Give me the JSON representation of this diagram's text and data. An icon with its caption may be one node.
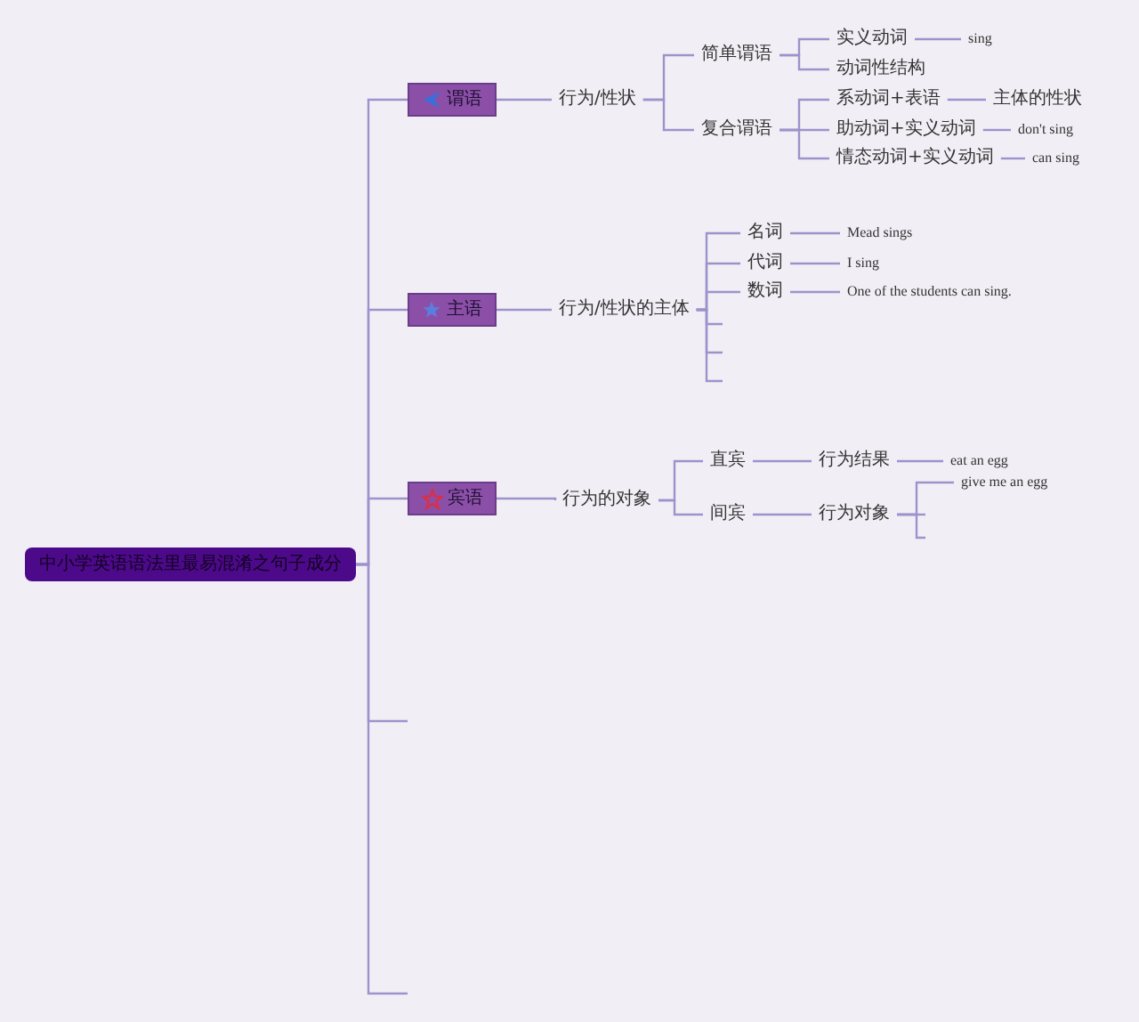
{
  "diagram": {
    "nodes": [
      {
        "text": [
          "中小学英语语法里最易混淆之句子成分"
        ]
      },
      {
        "text": [
          "谓语"
        ]
      },
      {
        "text": [
          "行为/性状"
        ]
      },
      {
        "text": [
          "简单谓语"
        ]
      },
      {
        "text": [
          "实义动词"
        ]
      },
      {
        "text": [
          "sing"
        ]
      },
      {
        "text": [
          "动词性结构"
        ]
      },
      {
        "text": [
          "复合谓语"
        ]
      },
      {
        "text": [
          "系动词+表语"
        ]
      },
      {
        "text": [
          "主体的性状"
        ]
      },
      {
        "text": [
          "助动词+实义动词"
        ]
      },
      {
        "text": [
          "don't sing"
        ]
      },
      {
        "text": [
          "情态动词+实义动词"
        ]
      },
      {
        "text": [
          "can sing"
        ]
      },
      {
        "text": [
          "主语"
        ]
      },
      {
        "text": [
          "行为/性状的主体"
        ]
      },
      {
        "text": [
          "名词"
        ]
      },
      {
        "text": [
          "Mead sings"
        ]
      },
      {
        "text": [
          "代词"
        ]
      },
      {
        "text": [
          "I sing"
        ]
      },
      {
        "text": [
          "数词"
        ]
      },
      {
        "text": [
          "One of the students can sing."
        ]
      },
      {
        "text": [
          "宾语"
        ]
      },
      {
        "text": [
          "行为的对象"
        ]
      },
      {
        "text": [
          "直宾"
        ]
      },
      {
        "text": [
          "行为结果"
        ]
      },
      {
        "text": [
          "eat an egg"
        ]
      },
      {
        "text": [
          "间宾"
        ]
      },
      {
        "text": [
          "行为对象"
        ]
      },
      {
        "text": [
          "give me an egg"
        ]
      }
    ],
    "edges": [
      {
        "from": 0,
        "to": 1,
        "arrow": "none"
      },
      {
        "from": 0,
        "to": 14,
        "arrow": "none"
      },
      {
        "from": 0,
        "to": 22,
        "arrow": "none"
      },
      {
        "from": 0,
        "to": null,
        "arrow": "none"
      },
      {
        "from": 0,
        "to": null,
        "arrow": "none"
      },
      {
        "from": 1,
        "to": 2,
        "arrow": "none"
      },
      {
        "from": 2,
        "to": 3,
        "arrow": "none"
      },
      {
        "from": 2,
        "to": 7,
        "arrow": "none"
      },
      {
        "from": 3,
        "to": 4,
        "arrow": "none"
      },
      {
        "from": 3,
        "to": 6,
        "arrow": "none"
      },
      {
        "from": 4,
        "to": 5,
        "arrow": "none"
      },
      {
        "from": 7,
        "to": 8,
        "arrow": "none"
      },
      {
        "from": 7,
        "to": 10,
        "arrow": "none"
      },
      {
        "from": 7,
        "to": 12,
        "arrow": "none"
      },
      {
        "from": 8,
        "to": 9,
        "arrow": "none"
      },
      {
        "from": 10,
        "to": 11,
        "arrow": "none"
      },
      {
        "from": 12,
        "to": 13,
        "arrow": "none"
      },
      {
        "from": 14,
        "to": 15,
        "arrow": "none"
      },
      {
        "from": 15,
        "to": 16,
        "arrow": "none"
      },
      {
        "from": 15,
        "to": 18,
        "arrow": "none"
      },
      {
        "from": 15,
        "to": 20,
        "arrow": "none"
      },
      {
        "from": 15,
        "to": null,
        "arrow": "none"
      },
      {
        "from": 15,
        "to": null,
        "arrow": "none"
      },
      {
        "from": 15,
        "to": null,
        "arrow": "none"
      },
      {
        "from": 16,
        "to": 17,
        "arrow": "none"
      },
      {
        "from": 18,
        "to": 19,
        "arrow": "none"
      },
      {
        "from": 20,
        "to": 21,
        "arrow": "none"
      },
      {
        "from": 22,
        "to": 23,
        "arrow": "none"
      },
      {
        "from": 23,
        "to": 24,
        "arrow": "none"
      },
      {
        "from": 23,
        "to": 27,
        "arrow": "none"
      },
      {
        "from": 24,
        "to": 25,
        "arrow": "none"
      },
      {
        "from": 25,
        "to": 26,
        "arrow": "none"
      },
      {
        "from": 27,
        "to": 28,
        "arrow": "none"
      },
      {
        "from": 28,
        "to": 29,
        "arrow": "none"
      },
      {
        "from": 28,
        "to": null,
        "arrow": "none"
      },
      {
        "from": 28,
        "to": null,
        "arrow": "none"
      }
    ]
  }
}
